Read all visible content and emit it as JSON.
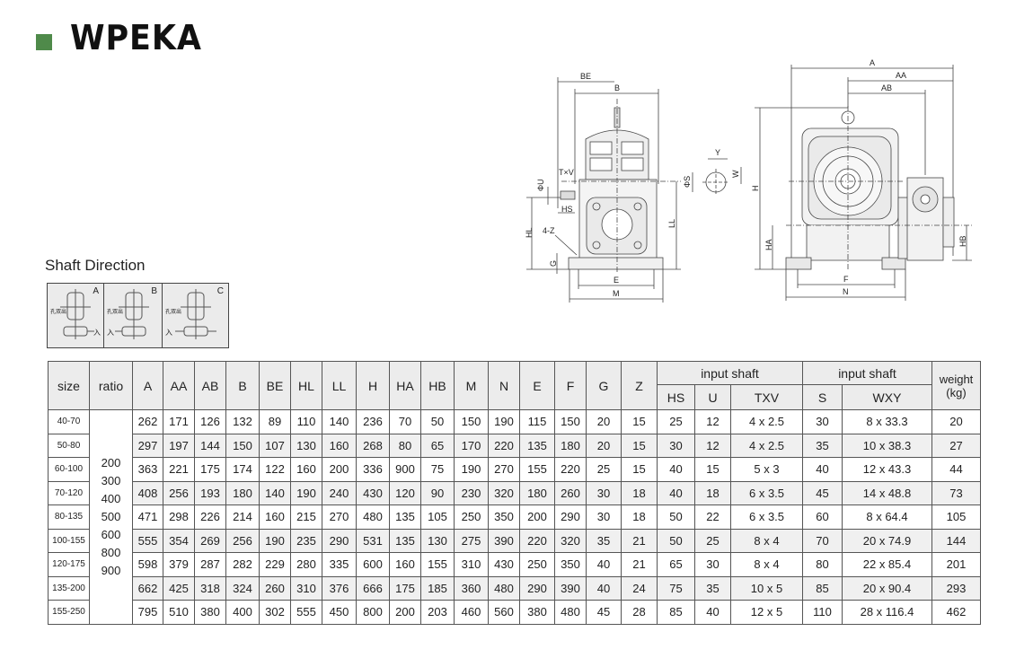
{
  "header": {
    "title": "WPEKA",
    "accent_color": "#4f8a4a"
  },
  "shaft_direction": {
    "title": "Shaft Direction",
    "options": [
      {
        "label": "A",
        "note": "孔双出",
        "input": "入"
      },
      {
        "label": "B",
        "note": "孔双出",
        "input": "入"
      },
      {
        "label": "C",
        "note": "孔双出",
        "input": "入"
      }
    ]
  },
  "drawing_labels": {
    "BE": "BE",
    "B": "B",
    "TxV": "T×V",
    "U": "ΦU",
    "HS": "HS",
    "HL": "HL",
    "Z": "4-Z",
    "G": "G",
    "E": "E",
    "M": "M",
    "LL": "LL",
    "Y": "Y",
    "W": "W",
    "S": "ΦS",
    "H": "H",
    "A": "A",
    "AA": "AA",
    "AB": "AB",
    "HA": "HA",
    "HB": "HB",
    "F": "F",
    "N": "N"
  },
  "table": {
    "headers": {
      "size": "size",
      "ratio": "ratio",
      "cols": [
        "A",
        "AA",
        "AB",
        "B",
        "BE",
        "HL",
        "LL",
        "H",
        "HA",
        "HB",
        "M",
        "N",
        "E",
        "F",
        "G",
        "Z"
      ],
      "group1": "input shaft",
      "group1_cols": [
        "HS",
        "U",
        "TXV"
      ],
      "group2": "input shaft",
      "group2_cols": [
        "S",
        "WXY"
      ],
      "weight": "weight\n(kg)"
    },
    "ratios": [
      "200",
      "300",
      "400",
      "500",
      "600",
      "800",
      "900"
    ],
    "rows": [
      {
        "size": "40-70",
        "vals": [
          "262",
          "171",
          "126",
          "132",
          "89",
          "110",
          "140",
          "236",
          "70",
          "50",
          "150",
          "190",
          "115",
          "150",
          "20",
          "15",
          "25",
          "12",
          "4 x 2.5",
          "30",
          "8 x 33.3",
          "20"
        ]
      },
      {
        "size": "50-80",
        "vals": [
          "297",
          "197",
          "144",
          "150",
          "107",
          "130",
          "160",
          "268",
          "80",
          "65",
          "170",
          "220",
          "135",
          "180",
          "20",
          "15",
          "30",
          "12",
          "4 x 2.5",
          "35",
          "10 x 38.3",
          "27"
        ]
      },
      {
        "size": "60-100",
        "vals": [
          "363",
          "221",
          "175",
          "174",
          "122",
          "160",
          "200",
          "336",
          "900",
          "75",
          "190",
          "270",
          "155",
          "220",
          "25",
          "15",
          "40",
          "15",
          "5 x 3",
          "40",
          "12 x 43.3",
          "44"
        ]
      },
      {
        "size": "70-120",
        "vals": [
          "408",
          "256",
          "193",
          "180",
          "140",
          "190",
          "240",
          "430",
          "120",
          "90",
          "230",
          "320",
          "180",
          "260",
          "30",
          "18",
          "40",
          "18",
          "6 x 3.5",
          "45",
          "14 x 48.8",
          "73"
        ]
      },
      {
        "size": "80-135",
        "vals": [
          "471",
          "298",
          "226",
          "214",
          "160",
          "215",
          "270",
          "480",
          "135",
          "105",
          "250",
          "350",
          "200",
          "290",
          "30",
          "18",
          "50",
          "22",
          "6 x 3.5",
          "60",
          "8 x 64.4",
          "105"
        ]
      },
      {
        "size": "100-155",
        "vals": [
          "555",
          "354",
          "269",
          "256",
          "190",
          "235",
          "290",
          "531",
          "135",
          "130",
          "275",
          "390",
          "220",
          "320",
          "35",
          "21",
          "50",
          "25",
          "8 x 4",
          "70",
          "20 x 74.9",
          "144"
        ]
      },
      {
        "size": "120-175",
        "vals": [
          "598",
          "379",
          "287",
          "282",
          "229",
          "280",
          "335",
          "600",
          "160",
          "155",
          "310",
          "430",
          "250",
          "350",
          "40",
          "21",
          "65",
          "30",
          "8 x 4",
          "80",
          "22 x 85.4",
          "201"
        ]
      },
      {
        "size": "135-200",
        "vals": [
          "662",
          "425",
          "318",
          "324",
          "260",
          "310",
          "376",
          "666",
          "175",
          "185",
          "360",
          "480",
          "290",
          "390",
          "40",
          "24",
          "75",
          "35",
          "10 x 5",
          "85",
          "20 x 90.4",
          "293"
        ]
      },
      {
        "size": "155-250",
        "vals": [
          "795",
          "510",
          "380",
          "400",
          "302",
          "555",
          "450",
          "800",
          "200",
          "203",
          "460",
          "560",
          "380",
          "480",
          "45",
          "28",
          "85",
          "40",
          "12 x 5",
          "110",
          "28 x 116.4",
          "462"
        ]
      }
    ]
  }
}
